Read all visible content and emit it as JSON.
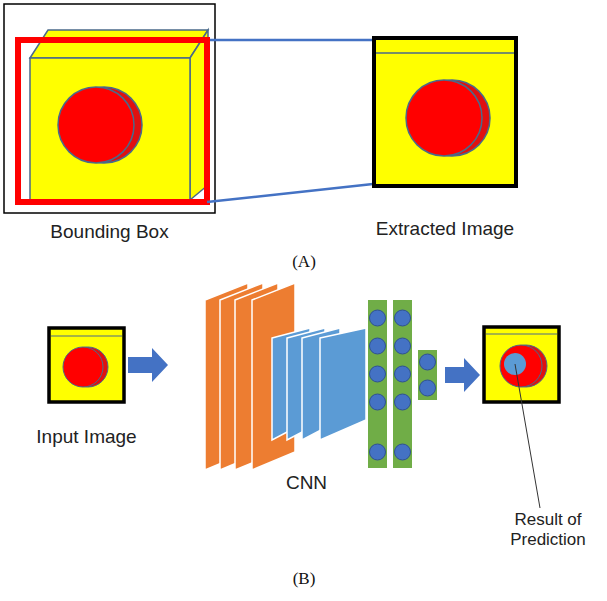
{
  "diagram": {
    "nodes": [
      {
        "text": [
          "Bounding Box"
        ]
      },
      {
        "text": [
          "Extracted Image"
        ]
      },
      {
        "text": [
          "Input Image"
        ]
      },
      {
        "text": [
          "CNN"
        ]
      },
      {
        "text": [
          "Result of Prediction"
        ]
      }
    ],
    "edges": [
      {
        "from": 2,
        "to": 3,
        "arrow": "to"
      },
      {
        "from": 3,
        "to": 4,
        "arrow": "to"
      }
    ],
    "labels": [
      "(A)",
      "(B)"
    ]
  }
}
